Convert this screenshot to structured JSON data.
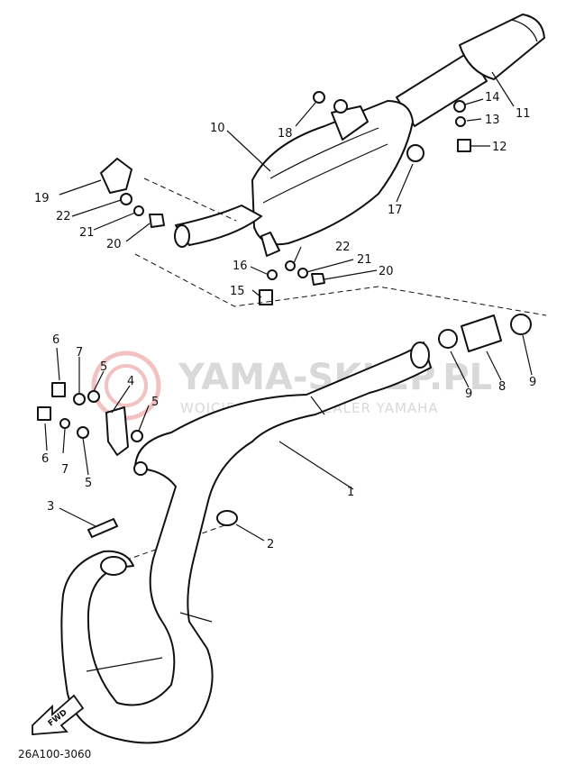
{
  "watermark": {
    "title": "YAMA-SKLEP.PL",
    "subtitle": "WOJCIECHOWSKI DEALER YAMAHA"
  },
  "diagram_code": "26A100-3060",
  "fwd_label": "FWD",
  "callouts": [
    {
      "id": "c1",
      "text": "1"
    },
    {
      "id": "c2",
      "text": "2"
    },
    {
      "id": "c3",
      "text": "3"
    },
    {
      "id": "c4",
      "text": "4"
    },
    {
      "id": "c5a",
      "text": "5"
    },
    {
      "id": "c5b",
      "text": "5"
    },
    {
      "id": "c5c",
      "text": "5"
    },
    {
      "id": "c6a",
      "text": "6"
    },
    {
      "id": "c6b",
      "text": "6"
    },
    {
      "id": "c7a",
      "text": "7"
    },
    {
      "id": "c7b",
      "text": "7"
    },
    {
      "id": "c8",
      "text": "8"
    },
    {
      "id": "c9a",
      "text": "9"
    },
    {
      "id": "c9b",
      "text": "9"
    },
    {
      "id": "c10",
      "text": "10"
    },
    {
      "id": "c11",
      "text": "11"
    },
    {
      "id": "c12",
      "text": "12"
    },
    {
      "id": "c13",
      "text": "13"
    },
    {
      "id": "c14",
      "text": "14"
    },
    {
      "id": "c15",
      "text": "15"
    },
    {
      "id": "c16",
      "text": "16"
    },
    {
      "id": "c17",
      "text": "17"
    },
    {
      "id": "c18",
      "text": "18"
    },
    {
      "id": "c19",
      "text": "19"
    },
    {
      "id": "c20a",
      "text": "20"
    },
    {
      "id": "c20b",
      "text": "20"
    },
    {
      "id": "c21a",
      "text": "21"
    },
    {
      "id": "c21b",
      "text": "21"
    },
    {
      "id": "c22a",
      "text": "22"
    },
    {
      "id": "c22b",
      "text": "22"
    }
  ]
}
